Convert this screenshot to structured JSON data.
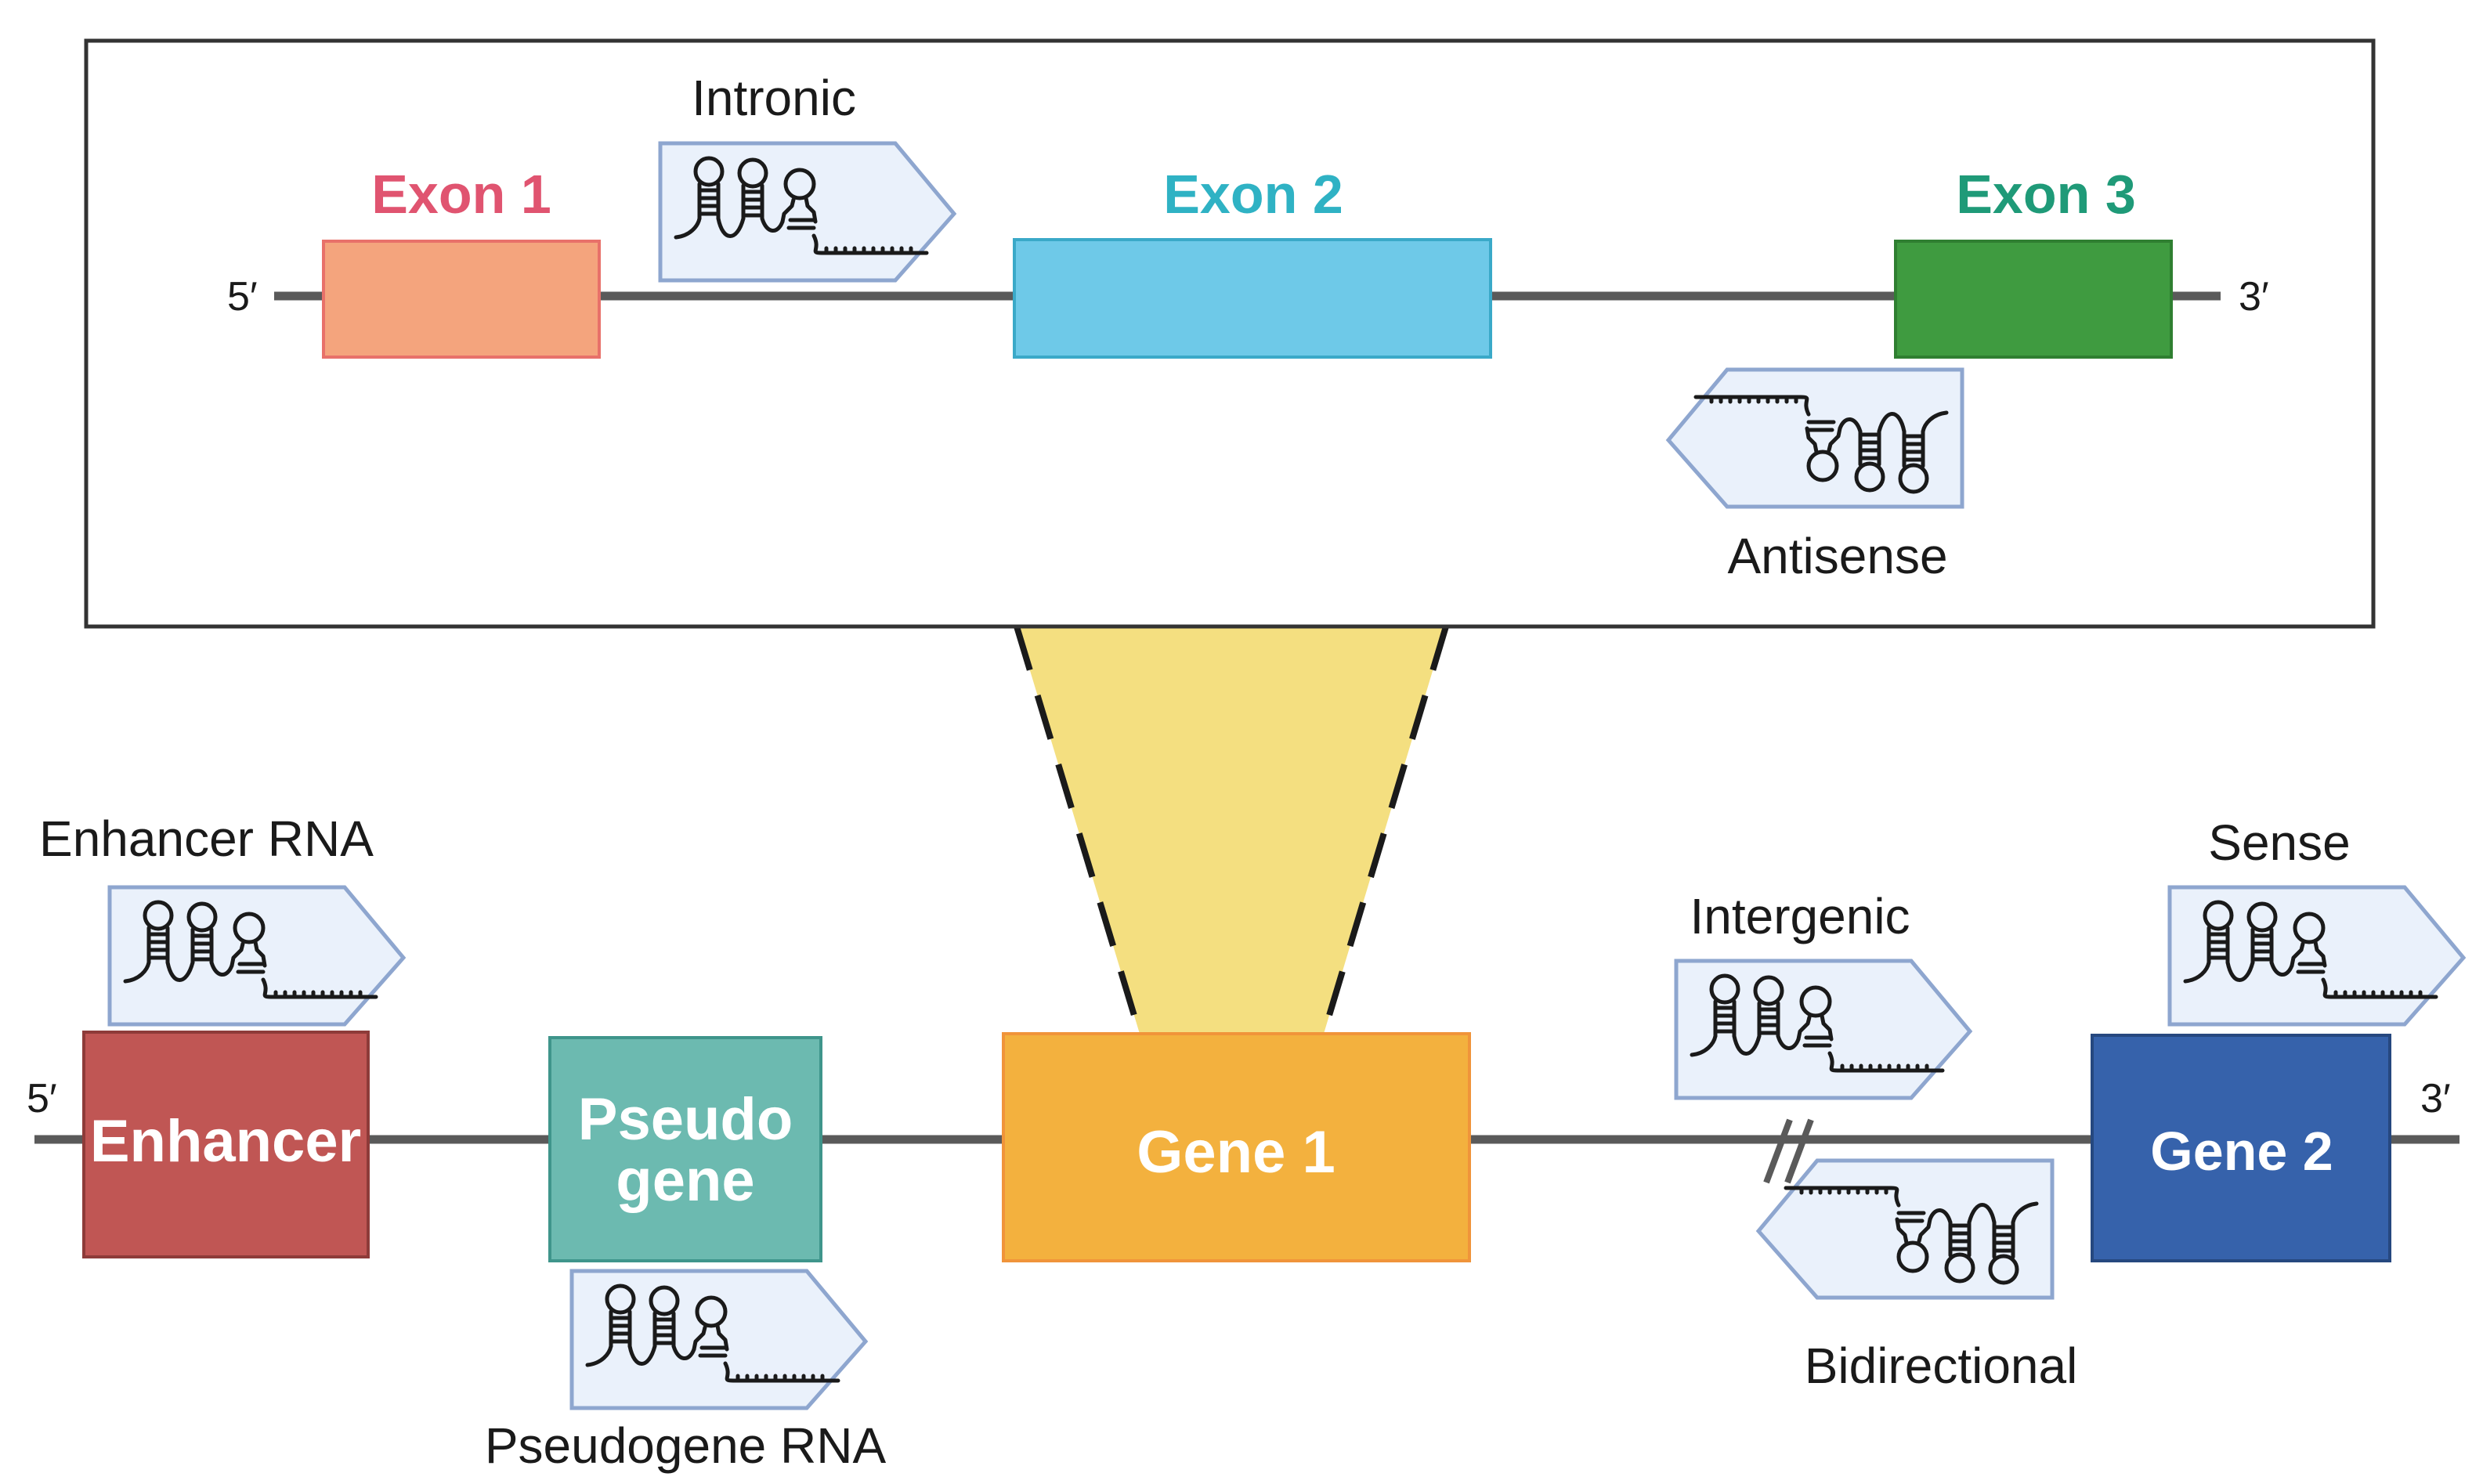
{
  "top_panel": {
    "end_5": "5′",
    "end_3": "3′",
    "exons": [
      {
        "label": "Exon 1",
        "label_color": "#e05470",
        "fill": "#f4a47d",
        "stroke": "#e8716a"
      },
      {
        "label": "Exon 2",
        "label_color": "#2fb2c4",
        "fill": "#6ec9e8",
        "stroke": "#3aa9c8"
      },
      {
        "label": "Exon 3",
        "label_color": "#1f9a78",
        "fill": "#3f9b40",
        "stroke": "#2f7f31"
      }
    ],
    "rna_labels": {
      "intronic": "Intronic",
      "antisense": "Antisense"
    }
  },
  "bottom_panel": {
    "end_5": "5′",
    "end_3": "3′",
    "elements": [
      {
        "lines": [
          "Enhancer"
        ],
        "fill": "#c05654",
        "stroke": "#8e3b39"
      },
      {
        "lines": [
          "Pseudo",
          "gene"
        ],
        "fill": "#6cbab0",
        "stroke": "#3f958b"
      },
      {
        "lines": [
          "Gene 1"
        ],
        "fill": "#f3b13e",
        "stroke": "#f0943a"
      },
      {
        "lines": [
          "Gene 2"
        ],
        "fill": "#3662ab",
        "stroke": "#26487f"
      }
    ],
    "rna_labels": {
      "enhancer": "Enhancer RNA",
      "pseudogene": "Pseudogene RNA",
      "intergenic": "Intergenic",
      "bidirectional": "Bidirectional",
      "sense": "Sense"
    }
  },
  "colors": {
    "line": "#5a5a5a",
    "zoom_fill": "#f4df80",
    "frame": "#333333"
  }
}
